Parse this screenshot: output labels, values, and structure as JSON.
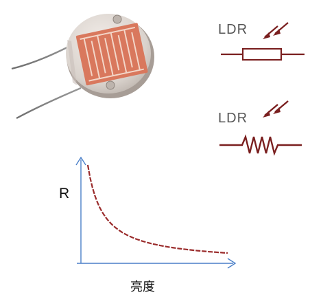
{
  "symbols": {
    "fixed_resistor_label": "LDR",
    "zigzag_resistor_label": "LDR"
  },
  "graph": {
    "y_axis_label": "R",
    "x_axis_label": "亮度"
  },
  "colors": {
    "symbol": "#7a1f1f",
    "axis": "#4a7fc8",
    "curve": "#9a2b2b",
    "label_gray": "#555555"
  },
  "chart_data": {
    "type": "line",
    "xlabel": "亮度",
    "ylabel": "R",
    "grid": false,
    "series": [
      {
        "x": [
          1,
          2,
          3,
          4,
          5,
          6,
          7,
          8,
          9,
          10
        ],
        "y": [
          1.0,
          0.5,
          0.333,
          0.25,
          0.2,
          0.167,
          0.143,
          0.125,
          0.111,
          0.1
        ]
      }
    ]
  }
}
